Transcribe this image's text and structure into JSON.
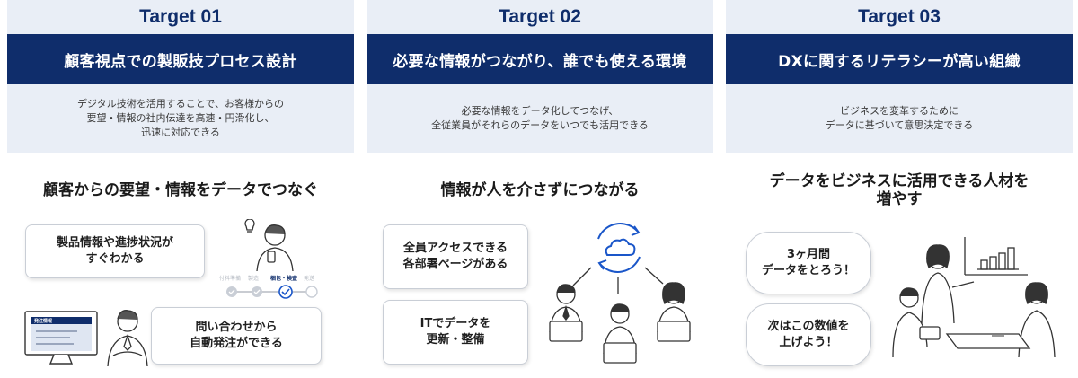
{
  "targets": [
    {
      "label": "Target 01",
      "heading": "顧客視点での製販技プロセス設計",
      "desc": [
        "デジタル技術を活用することで、お客様からの",
        "要望・情報の社内伝達を高速・円滑化し、",
        "迅速に対応できる"
      ],
      "subtitle": [
        "顧客からの要望・情報をデータでつなぐ"
      ],
      "bubbles": [
        [
          "製品情報や進捗状況が",
          "すぐわかる"
        ],
        [
          "問い合わせから",
          "自動発注ができる"
        ]
      ],
      "screen_label": "発注情報",
      "steps": [
        "付料準備",
        "製造",
        "梱包・検査",
        "発送"
      ]
    },
    {
      "label": "Target 02",
      "heading": "必要な情報がつながり、誰でも使える環境",
      "desc": [
        "必要な情報をデータ化してつなげ、",
        "全従業員がそれらのデータをいつでも活用できる"
      ],
      "subtitle": [
        "情報が人を介さずにつながる"
      ],
      "bubbles": [
        [
          "全員アクセスできる",
          "各部署ページがある"
        ],
        [
          "ITでデータを",
          "更新・整備"
        ]
      ]
    },
    {
      "label": "Target 03",
      "heading": "DXに関するリテラシーが高い組織",
      "desc": [
        "ビジネスを変革するために",
        "データに基づいて意思決定できる"
      ],
      "subtitle": [
        "データをビジネスに活用できる人材を",
        "増やす"
      ],
      "bubbles": [
        [
          "3ヶ月間",
          "データをとろう！"
        ],
        [
          "次はこの数値を",
          "上げよう！"
        ]
      ]
    }
  ],
  "colors": {
    "navy": "#0f2d6b",
    "light": "#e9eef6",
    "accent": "#1a56c9",
    "line": "#333333"
  },
  "icons": [
    "person-icon",
    "monitor-icon",
    "cloud-sync-icon",
    "laptop-icon",
    "bar-chart-icon",
    "step-check-icon"
  ]
}
